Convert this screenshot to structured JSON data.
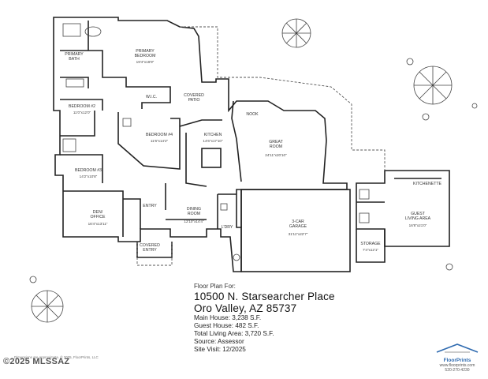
{
  "rooms": {
    "primary_bedroom": {
      "name": "PRIMARY\nBEDROOM",
      "dim": "19'4\"x16'9\""
    },
    "primary_bath": {
      "name": "PRIMARY\nBATH"
    },
    "wic": {
      "name": "W.I.C."
    },
    "covered_patio": {
      "name": "COVERED\nPATIO"
    },
    "nook": {
      "name": "NOOK"
    },
    "bedroom2": {
      "name": "BEDROOM #2",
      "dim": "11'0\"x12'0\""
    },
    "bedroom4": {
      "name": "BEDROOM #4",
      "dim": "11'6\"x14'2\""
    },
    "kitchen": {
      "name": "KITCHEN",
      "dim": "14'6\"x17'10\""
    },
    "great_room": {
      "name": "GREAT\nROOM",
      "dim": "24'11\"x20'10\""
    },
    "bedroom3": {
      "name": "BEDROOM #3",
      "dim": "14'2\"x10'8\""
    },
    "den": {
      "name": "DEN/\nOFFICE",
      "dim": "16'4\"x13'11\""
    },
    "entry": {
      "name": "ENTRY"
    },
    "dining": {
      "name": "DINING\nROOM",
      "dim": "12'10\"x14'4\""
    },
    "ldry": {
      "name": "L'DRY"
    },
    "garage": {
      "name": "3-CAR\nGARAGE",
      "dim": "31'11\"x22'7\""
    },
    "kitchenette": {
      "name": "KITCHENETTE"
    },
    "guest_living": {
      "name": "GUEST\nLIVING AREA",
      "dim": "16'8\"x21'0\""
    },
    "storage": {
      "name": "STORAGE",
      "dim": "7'4\"x12'1\""
    },
    "covered_entry": {
      "name": "COVERED\nENTRY"
    }
  },
  "info": {
    "header": "Floor Plan For:",
    "address1": "10500 N. Starsearcher Place",
    "address2": "Oro Valley, AZ  85737",
    "main_house": "Main House:  3,238 S.F.",
    "guest_house": "Guest House:  482 S.F.",
    "total": "Total Living Area:  3,720 S.F.",
    "source": "Source:  Assessor",
    "site_visit": "Site Visit:  12/2025"
  },
  "watermark": "©2025 MLSSAZ",
  "disclaimer": "Dimensions are approximate. © 2025, FloorPrints, LLC",
  "logo": {
    "brand": "FloorPrints",
    "url": "www.floorprints.com",
    "phone": "520-270-4230"
  }
}
